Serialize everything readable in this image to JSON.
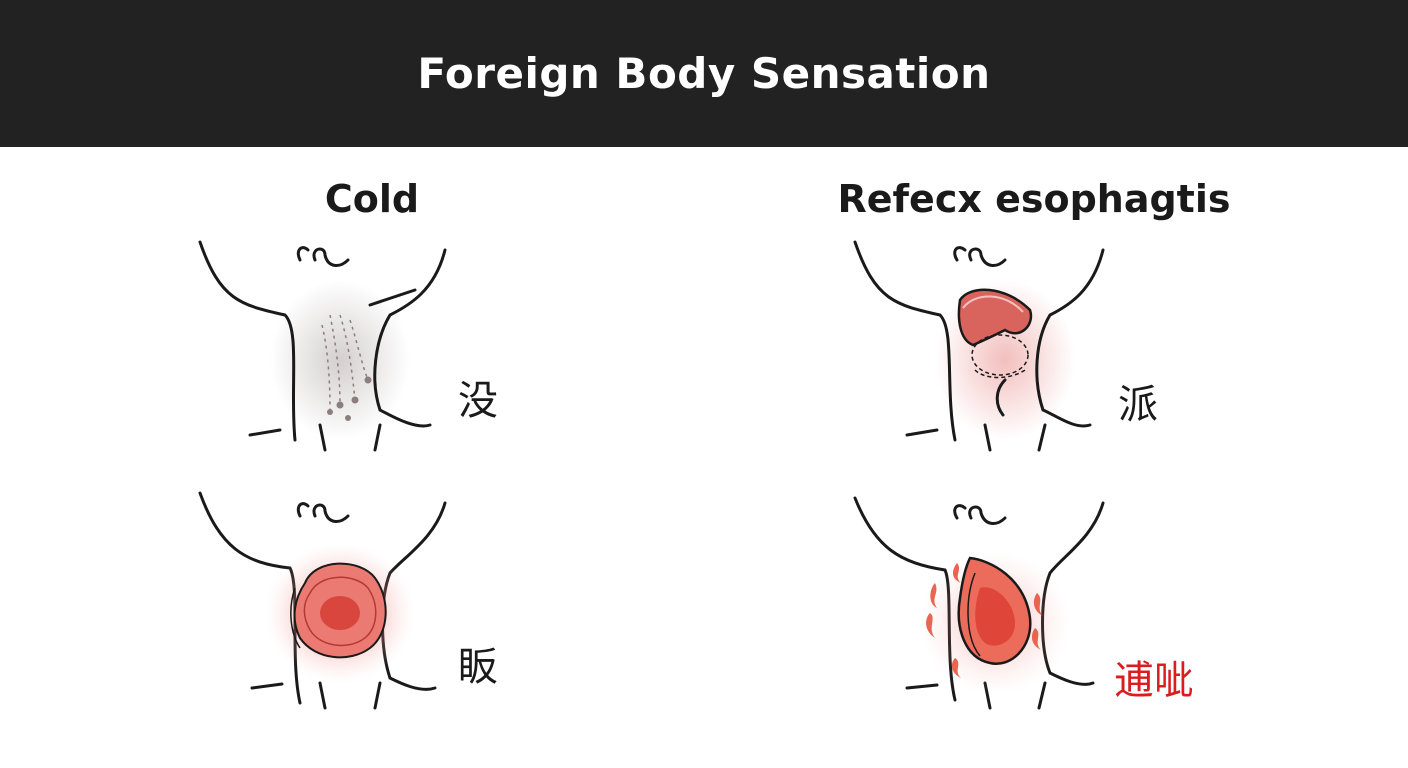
{
  "header": {
    "title": "Foreign Body Sensation"
  },
  "columns": {
    "left_title": "Cold",
    "right_title": "Refecx esophagtis"
  },
  "panels": [
    {
      "id": "top-left",
      "glyph": "没",
      "glyph_color": "#1a1a1a"
    },
    {
      "id": "top-right",
      "glyph": "派",
      "glyph_color": "#1a1a1a"
    },
    {
      "id": "bottom-left",
      "glyph": "眅",
      "glyph_color": "#1a1a1a"
    },
    {
      "id": "bottom-right",
      "glyph": "逋呲",
      "glyph_color": "#d81e1e"
    }
  ],
  "colors": {
    "header_bg": "#222222",
    "line": "#1a1a1a",
    "inflamed": "#e0544a",
    "mist": "#8a7f7a"
  },
  "icons": [
    "neck-outline-icon",
    "mist-dots-icon",
    "inflamed-throat-icon",
    "fire-icon"
  ]
}
